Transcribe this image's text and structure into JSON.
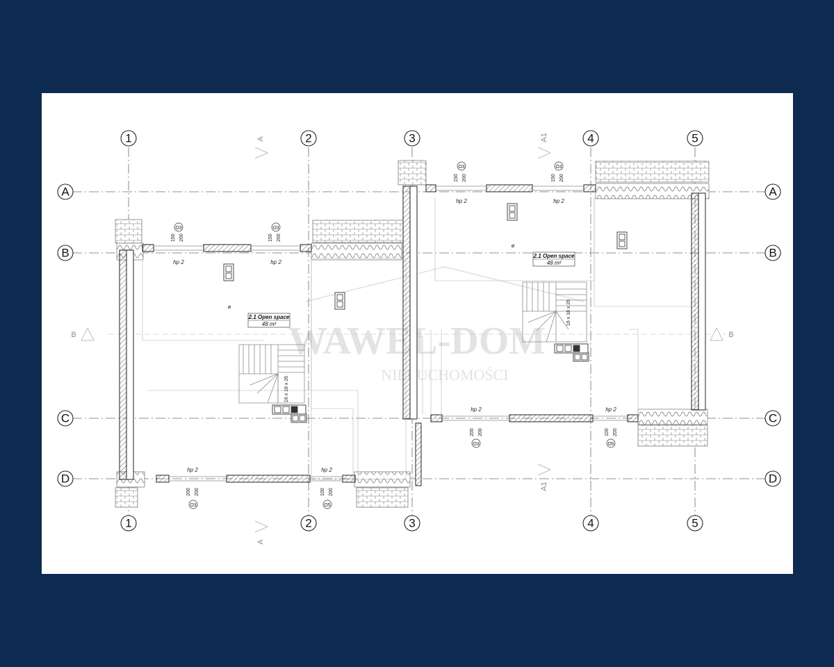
{
  "colors": {
    "background": "#0d2a50",
    "sheet": "#ffffff",
    "lines": "#333333"
  },
  "grid": {
    "columns": [
      "1",
      "2",
      "3",
      "4",
      "5"
    ],
    "rows": [
      "A",
      "B",
      "C",
      "D"
    ]
  },
  "sections": {
    "left_vertical": "A",
    "right_vertical": "A1",
    "horizontal": "B"
  },
  "rooms": [
    {
      "name": "2.1 Open space",
      "area": "48 m²"
    },
    {
      "name": "2.1 Open space",
      "area": "48 m²"
    }
  ],
  "stairs": {
    "label": "16 x 18 x 26"
  },
  "window_labels": {
    "top_left_1": "O3",
    "top_left_2": "O3",
    "top_right_1": "O3",
    "top_right_2": "O3",
    "bottom_left_1": "O3",
    "bottom_left_2": "O5",
    "bottom_right_1": "O3",
    "bottom_right_2": "O5"
  },
  "dims": {
    "d150": "150",
    "d200": "200",
    "d100": "100"
  },
  "hp": "hp 2",
  "watermark": {
    "brand": "WAWEL-DOM",
    "sub": "NIERUCHOMOŚCI"
  }
}
